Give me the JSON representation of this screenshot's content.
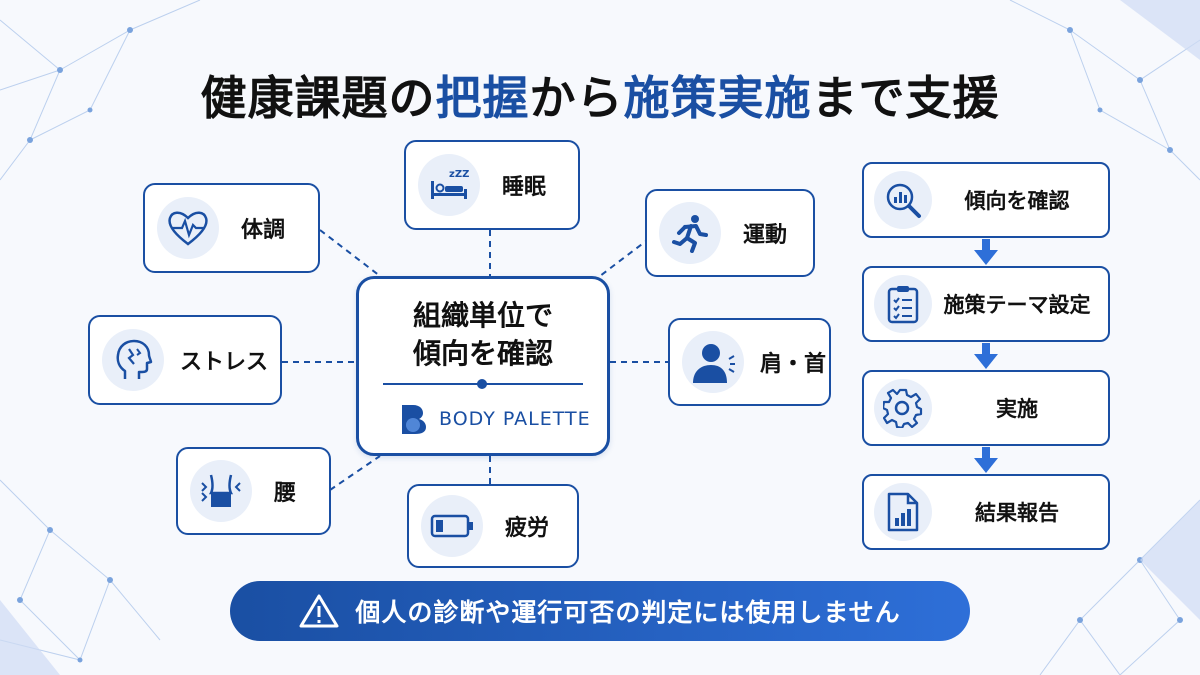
{
  "title": {
    "part1": "健康課題の",
    "hl1": "把握",
    "part2": "から",
    "hl2": "施策実施",
    "part3": "まで支援"
  },
  "center": {
    "line1": "組織単位で",
    "line2": "傾向を確認",
    "brand": "BODY PALETTE"
  },
  "nodes": {
    "sleep": "睡眠",
    "condition": "体調",
    "exercise": "運動",
    "stress": "ストレス",
    "shoulder_neck": "肩・首",
    "waist": "腰",
    "fatigue": "疲労"
  },
  "flow": [
    "傾向を確認",
    "施策テーマ設定",
    "実施",
    "結果報告"
  ],
  "banner": "個人の診断や運行可否の判定には使用しません",
  "colors": {
    "primary": "#1a4fa3",
    "accent": "#2e6fd8",
    "icon_bg": "#e9eff9"
  }
}
